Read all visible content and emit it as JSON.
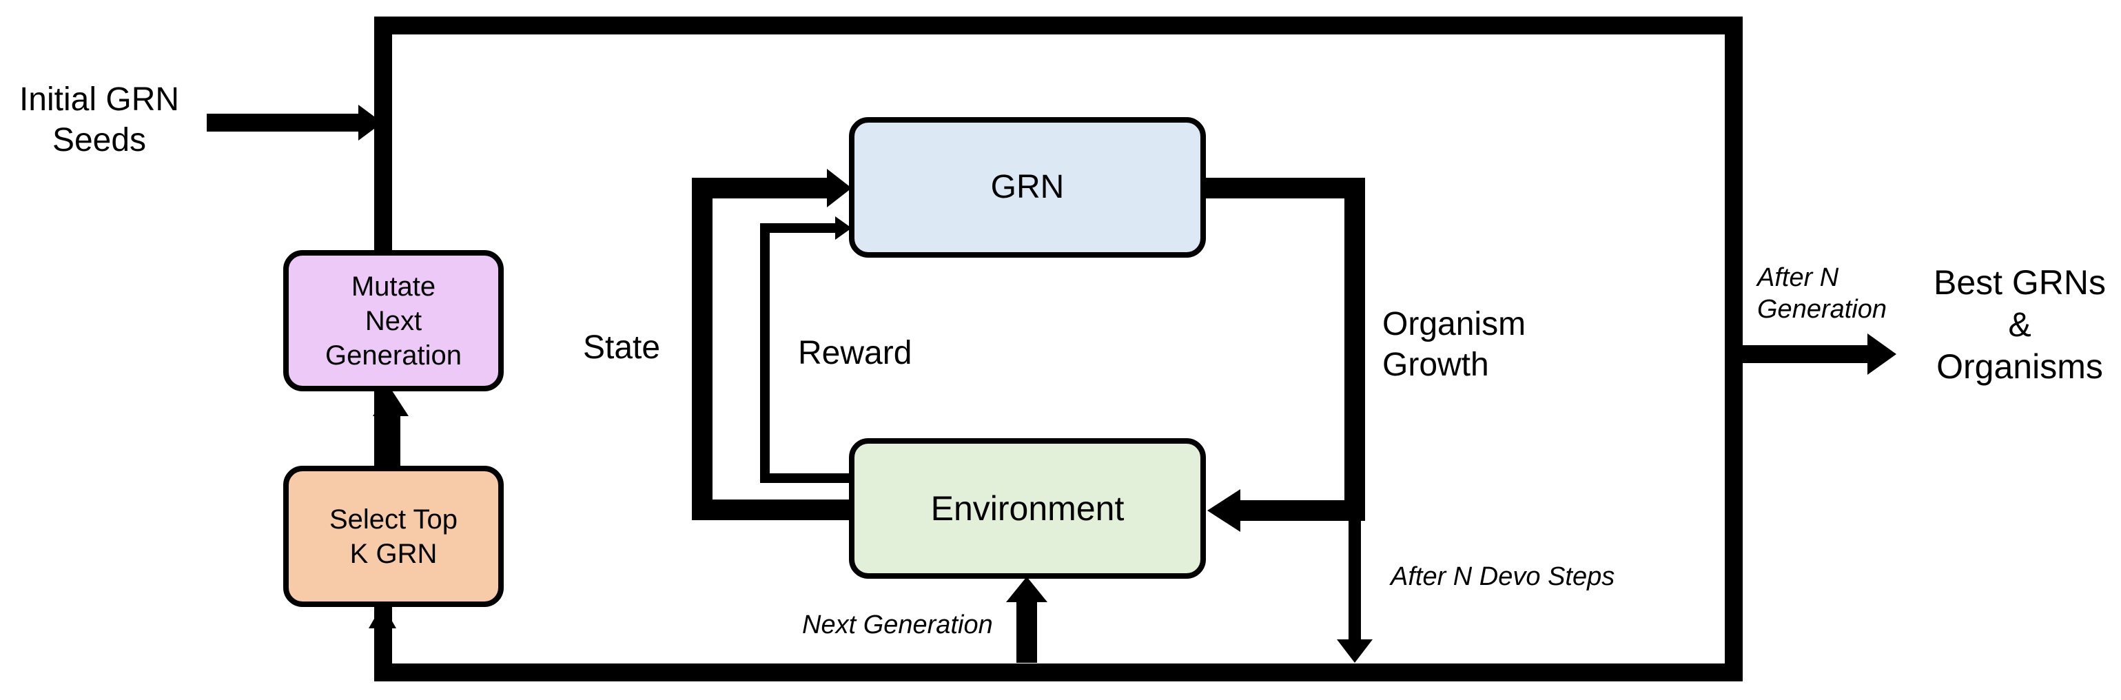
{
  "inputs": {
    "initial_seeds": "Initial GRN\nSeeds"
  },
  "nodes": {
    "grn": {
      "label": "GRN",
      "color": "#dde8f5"
    },
    "environment": {
      "label": "Environment",
      "color": "#e2efd9"
    },
    "mutate": {
      "label": "Mutate\nNext\nGeneration",
      "color": "#edc9f7"
    },
    "select": {
      "label": "Select Top\nK GRN",
      "color": "#f7caa8"
    }
  },
  "edge_labels": {
    "state": "State",
    "reward": "Reward",
    "organism_growth": "Organism\nGrowth",
    "after_devo_steps": "After N Devo Steps",
    "next_generation": "Next Generation",
    "after_generation": "After N\nGeneration"
  },
  "outputs": {
    "best": "Best GRNs\n&\nOrganisms"
  }
}
